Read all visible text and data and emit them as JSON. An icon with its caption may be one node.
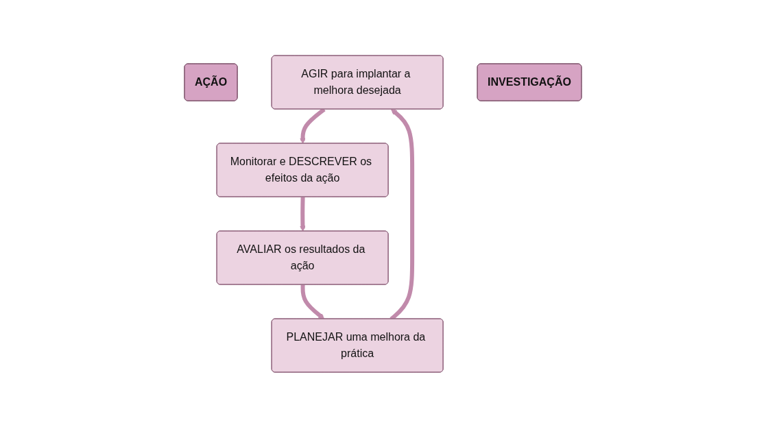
{
  "diagram": {
    "nodes": [
      {
        "text": [
          "AÇÃO"
        ]
      },
      {
        "text": [
          "AGIR para implantar a melhora desejada"
        ]
      },
      {
        "text": [
          "Monitorar e DESCREVER os efeitos da ação"
        ]
      },
      {
        "text": [
          "AVALIAR os resultados da ação"
        ]
      },
      {
        "text": [
          "PLANEJAR uma melhora da prática"
        ]
      },
      {
        "text": [
          "INVESTIGAÇÃO"
        ]
      }
    ],
    "edges": [
      {
        "from": 4,
        "to": 1,
        "arrow": "to"
      },
      {
        "from": 1,
        "to": 2,
        "arrow": "to"
      },
      {
        "from": 2,
        "to": 3,
        "arrow": "to"
      },
      {
        "from": 3,
        "to": 4,
        "arrow": "to"
      }
    ]
  }
}
